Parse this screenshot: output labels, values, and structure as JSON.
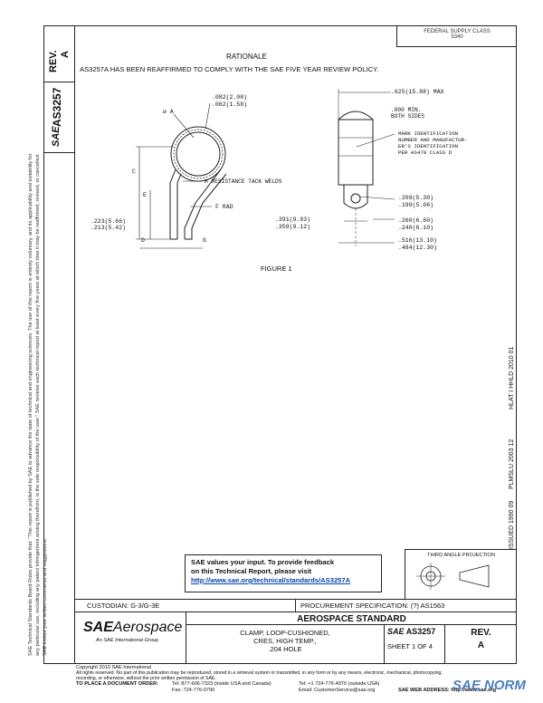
{
  "left_margin": {
    "rev_label": "REV.",
    "rev_value": "A",
    "doc_number": "AS3257",
    "sae_mark": "SAE",
    "legal_text": "SAE Technical Standards Board Rules provide that: \"This report is published by SAE to advance the state of technical and engineering sciences. The use of this report is entirely voluntary, and its applicability and suitability for any particular use, including any patent infringement arising therefrom, is the sole responsibility of the user.\" SAE reviews each technical report at least every five years at which time it may be reaffirmed, revised, or cancelled. SAE invites your written comments and suggestions."
  },
  "top_right_box": {
    "line1": "FEDERAL SUPPLY CLASS",
    "line2": "5340"
  },
  "rationale": {
    "title": "RATIONALE",
    "text": "AS3257A HAS BEEN REAFFIRMED TO COMPLY WITH THE SAE FIVE YEAR REVIEW POLICY."
  },
  "drawing": {
    "left": {
      "phi_a": "ø A",
      "thick_1": ".082(2.08)",
      "thick_2": ".062(1.58)",
      "dim_c": "C",
      "dim_e": "E",
      "weld_note": "H RESISTANCE TACK WELDS",
      "f_rad": "F RAD",
      "dim_1": ".223(5.66)",
      "dim_2": ".213(5.42)",
      "dim_d": "D",
      "dim_g": "G"
    },
    "right": {
      "max_dim": ".625(15.88) MAX",
      "min_1": ".000 MIN.",
      "min_2": "BOTH SIDES",
      "mark_1": "MARK IDENTIFICATION",
      "mark_2": "NUMBER AND MANUFACTUR-",
      "mark_3": "ER'S IDENTIFICATION",
      "mark_4": "PER AS478 CLASS D",
      "hole_1": ".209(5.30)",
      "hole_2": ".199(5.06)",
      "w_1": ".391(9.93)",
      "w_2": ".359(9.12)",
      "r_1": ".260(6.60)",
      "r_2": ".240(6.10)",
      "r_3": ".516(13.10)",
      "r_4": ".484(12.30)"
    },
    "caption": "FIGURE 1"
  },
  "right_margin_stamps": {
    "stamp_top": "HLAT I HHLD 2010 01",
    "stamp_mid": "PLMSLU 2003 12",
    "stamp_low": "ISSUED 1990 09"
  },
  "projection": {
    "label": "THIRD ANGLE PROJECTION"
  },
  "feedback": {
    "line1": "SAE values your input. To provide feedback",
    "line2": "on this Technical Report, please visit",
    "url": "http://www.sae.org/technical/standards/AS3257A"
  },
  "custodian": "CUSTODIAN: G-3/G-3E",
  "procurement": "PROCUREMENT SPECIFICATION: (?) AS1563",
  "title_block": {
    "logo_sae": "SAE",
    "logo_aerospace": "Aerospace",
    "logo_sub": "An SAE International Group",
    "standard": "AEROSPACE STANDARD",
    "desc1": "CLAMP, LOOP-CUSHIONED,",
    "desc2": "CRES, HIGH TEMP.,",
    "desc3": ".204 HOLE",
    "num_sae": "SAE",
    "num": "AS3257",
    "sheet": "SHEET 1 OF 4",
    "rev_label": "REV.",
    "rev_value": "A"
  },
  "footer": {
    "copyright": "Copyright 2010 SAE International",
    "rights1": "All rights reserved. No part of this publication may be reproduced, stored in a retrieval system or transmitted, in any form or by any means, electronic, mechanical, photocopying,",
    "rights2": "recording, or otherwise, without the prior written permission of SAE.",
    "order_label": "TO PLACE A DOCUMENT ORDER:",
    "tel1": "Tel: 877-606-7323 (inside USA and Canada)",
    "tel2": "Tel: +1 724-776-4970 (outside USA)",
    "fax": "Fax: 724-776-0790",
    "email": "Email: CustomerService@sae.org",
    "web": "SAE WEB ADDRESS: http://www.sae.org"
  },
  "watermark": {
    "text": "SAE NORM"
  }
}
